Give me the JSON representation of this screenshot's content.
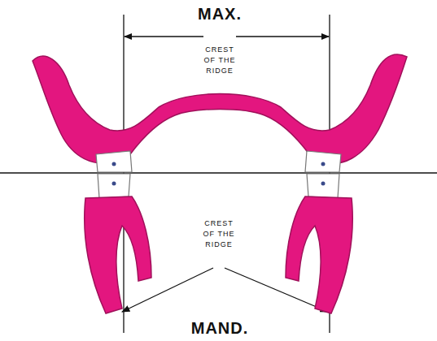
{
  "diagram": {
    "labels": [
      "MAX.",
      "CREST OF THE RIDGE",
      "CREST OF THE RIDGE",
      "MAND."
    ]
  }
}
